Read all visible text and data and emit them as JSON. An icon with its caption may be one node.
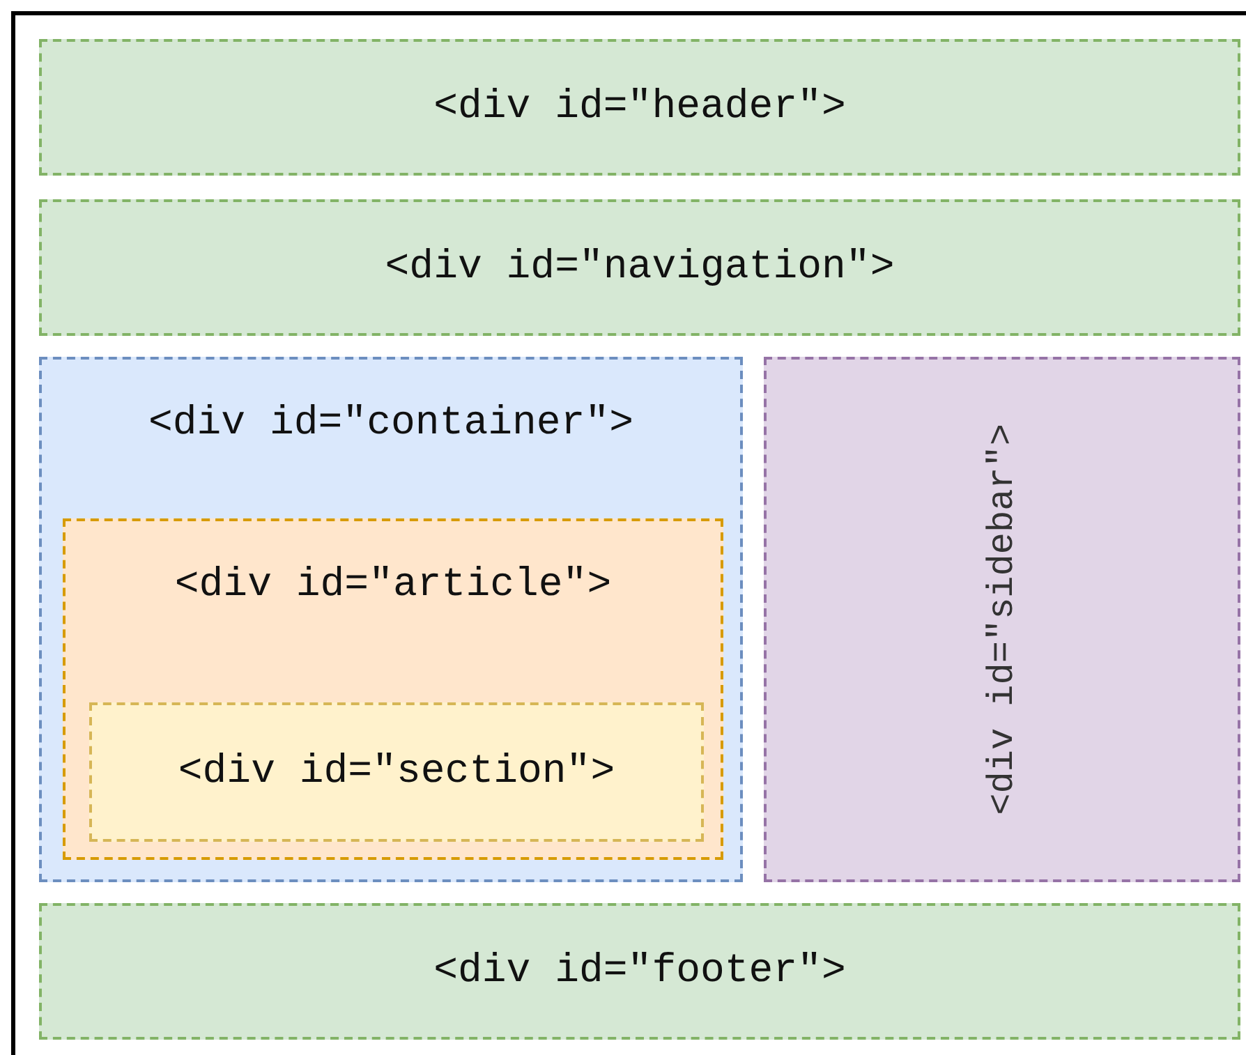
{
  "diagram": {
    "nodes": [
      {
        "text": [],
        "shape": "box"
      },
      {
        "text": [
          "<div id=\"header\">"
        ],
        "in": 0
      },
      {
        "text": [
          "<div id=\"navigation\">"
        ],
        "in": 0
      },
      {
        "text": [
          "<div id=\"container\">"
        ],
        "in": 0
      },
      {
        "text": [
          "<div id=\"article\">"
        ],
        "in": 3
      },
      {
        "text": [
          "<div id=\"section\">"
        ],
        "in": 4
      },
      {
        "text": [
          "<div id=\"sidebar\">"
        ],
        "in": 0
      },
      {
        "text": [
          "<div id=\"footer\">"
        ],
        "in": 0
      }
    ]
  }
}
